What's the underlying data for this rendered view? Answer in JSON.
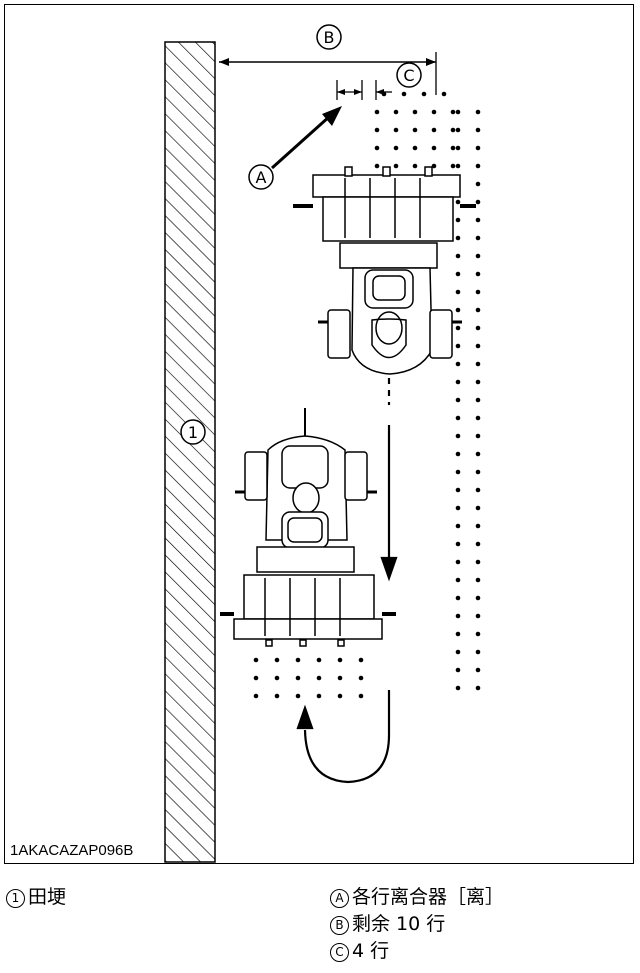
{
  "figure_code": "1AKACAZAP096B",
  "callouts": {
    "A": "A",
    "B": "B",
    "C": "C",
    "one": "1"
  },
  "legend": {
    "left": [
      {
        "mark": "1",
        "text": "田埂"
      }
    ],
    "right": [
      {
        "mark": "A",
        "text": "各行离合器［离］"
      },
      {
        "mark": "B",
        "text": "剩余 10 行"
      },
      {
        "mark": "C",
        "text": "4 行"
      }
    ]
  }
}
